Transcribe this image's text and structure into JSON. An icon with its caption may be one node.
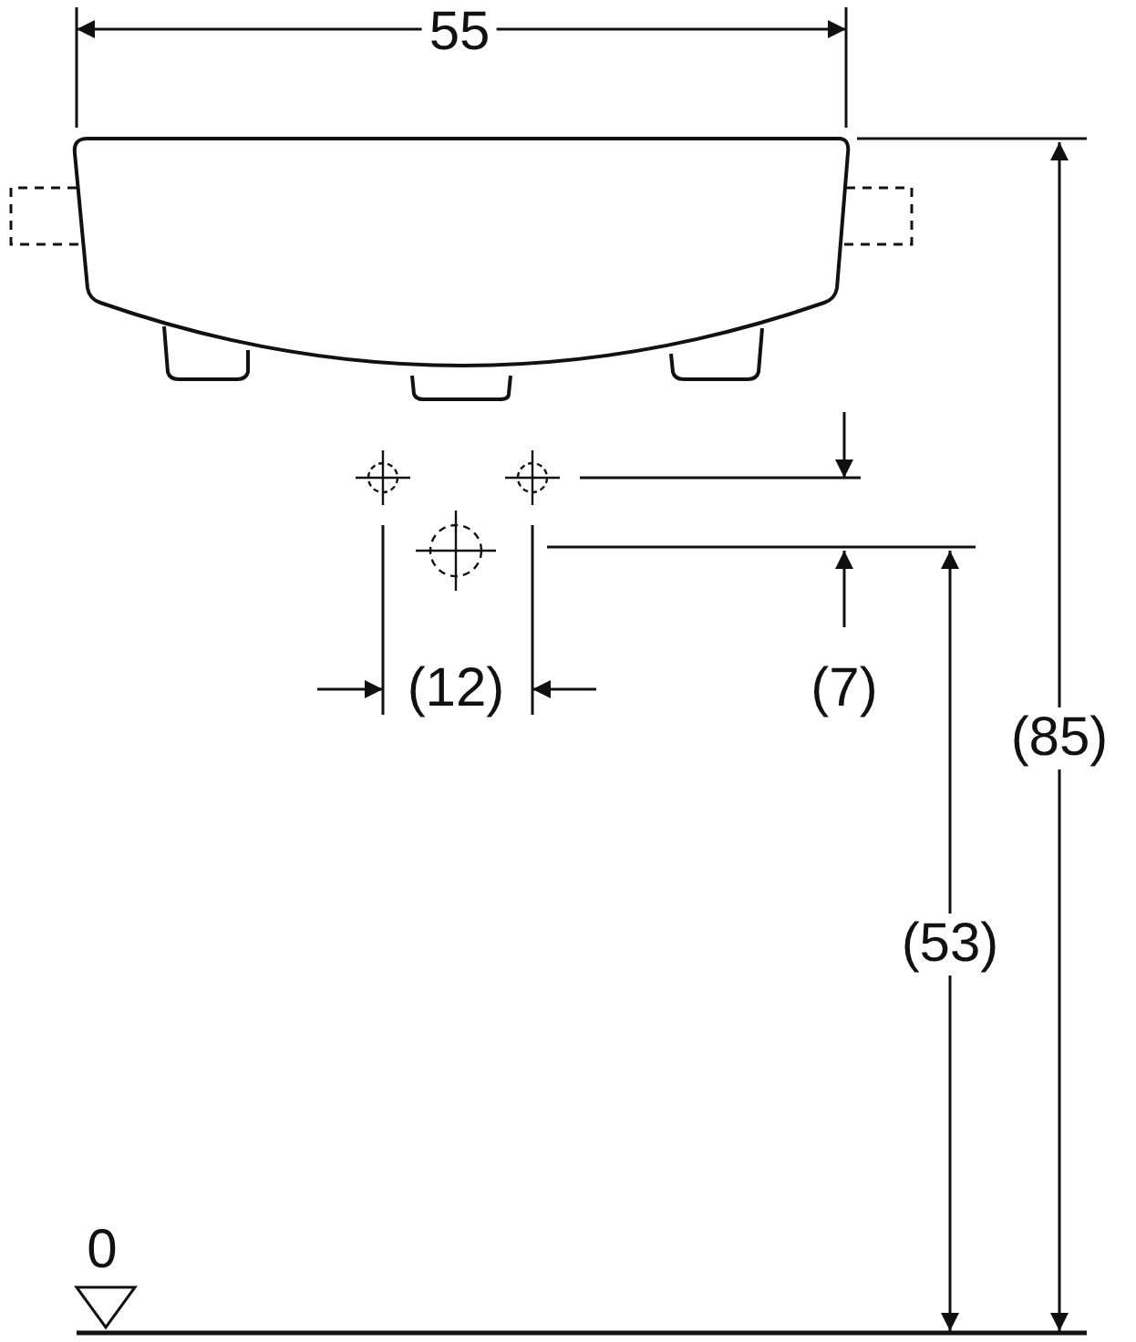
{
  "diagram": {
    "labels": [
      "55",
      "(12)",
      "(7)",
      "(85)",
      "(53)",
      "0"
    ]
  }
}
